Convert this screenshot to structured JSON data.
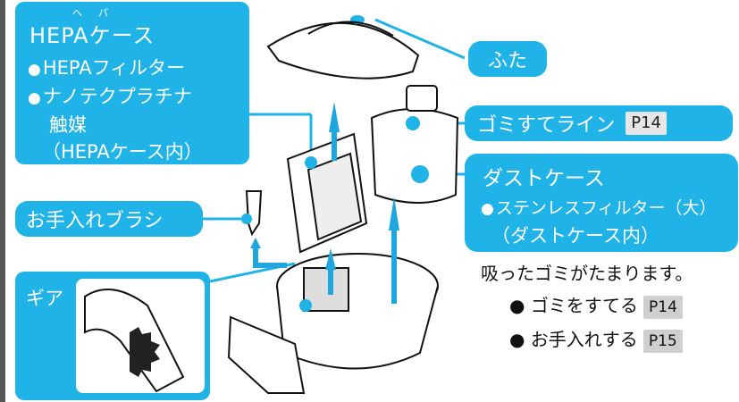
{
  "hepa_case": {
    "ruby": "へパ",
    "title": "HEPAケース",
    "items": [
      "HEPAフィルター",
      "ナノテクプラチナ",
      "触媒"
    ],
    "note": "（HEPAケース内）"
  },
  "lid": {
    "label": "ふた"
  },
  "dust_line": {
    "label": "ゴミすてライン",
    "page": "P14"
  },
  "dust_case": {
    "title": "ダストケース",
    "item": "ステンレスフィルター（大）",
    "note": "（ダストケース内）"
  },
  "brush": {
    "label": "お手入れブラシ"
  },
  "gear": {
    "label": "ギア"
  },
  "collect": {
    "text": "吸ったゴミがたまります。",
    "items": [
      {
        "label": "ゴミをすてる",
        "page": "P14"
      },
      {
        "label": "お手入れする",
        "page": "P15"
      }
    ]
  },
  "colors": {
    "accent": "#1fb3e8",
    "badge": "#cfcfcf",
    "arrow": "#1fa6de"
  }
}
